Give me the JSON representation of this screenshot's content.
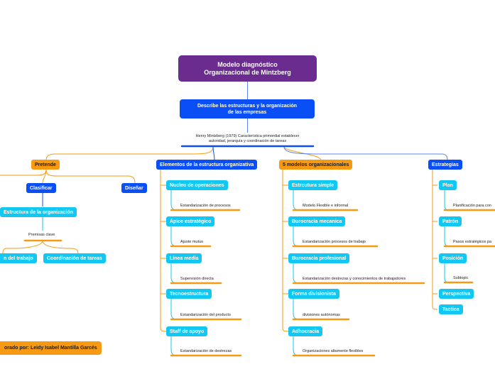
{
  "root": {
    "line1": "Modelo diagnóstico",
    "line2": "Organizacional de Mintzberg"
  },
  "describe": {
    "line1": "Describe las estructuras y la organización",
    "line2": "de las empresas"
  },
  "henry": {
    "line1": "Henry Mintzberg (1979) Característica primordial establecer",
    "line2": "autoridad, jerarquía y coordinación de tareas"
  },
  "pretende": {
    "label": "Pretende",
    "clasificar": "Clasificar",
    "disenar": "Diseñar",
    "estructura": "Estructura de la organización",
    "premisas": "Premisas clave",
    "division": "n del trabajo",
    "coordinacion": "Coordinación de tareas"
  },
  "elementos": {
    "label": "Elementos de la estructura organizativa",
    "items": [
      {
        "label": "Nucleo de operaciones",
        "leaf": "Estandarización de procesos"
      },
      {
        "label": "Ápice estratégico",
        "leaf": "Ajuste mutuo"
      },
      {
        "label": "Línea media",
        "leaf": "Supervisión directa"
      },
      {
        "label": "Tecnoestructura",
        "leaf": "Estandarización del producto"
      },
      {
        "label": "Staff de apoyo",
        "leaf": "Estandarización de destrezas"
      }
    ]
  },
  "modelos": {
    "label": "5 modelos organizacionales",
    "items": [
      {
        "label": "Estrcutura simple",
        "leaf": "Modelo Flexible e informal"
      },
      {
        "label": "Burocracia mecanica",
        "leaf": "Estandarización procesos de trabajo"
      },
      {
        "label": "Burocracia profesional",
        "leaf": "Estandarización destrezas y conocimientos de trabajadores"
      },
      {
        "label": "Forma divisionista",
        "leaf": "divisiones autónomas"
      },
      {
        "label": "Adhocracia",
        "leaf": "Organizaciones altamente flexibles"
      }
    ]
  },
  "estrategias": {
    "label": "Estrategias",
    "items": [
      {
        "label": "Plan",
        "leaf": "Planificación para con"
      },
      {
        "label": "Patrón",
        "leaf": "Pasos estratégicos pa"
      },
      {
        "label": "Posición",
        "leaf": "Subtopic"
      },
      {
        "label": "Perspectiva",
        "leaf": ""
      },
      {
        "label": "Tactica",
        "leaf": ""
      }
    ]
  },
  "footer": "orado por: Leidy Isabel Mantilla Garcés",
  "colors": {
    "purple": "#6a2c8f",
    "blue": "#0a4ff5",
    "cyan": "#12c8f3",
    "orange": "#f79a13"
  }
}
